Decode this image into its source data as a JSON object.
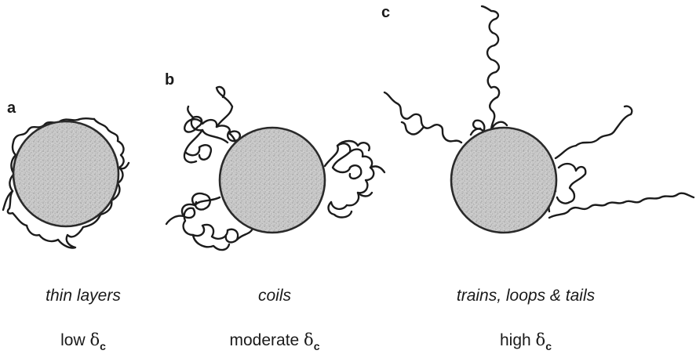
{
  "panels": [
    {
      "letter": "a",
      "conformation": "thin layers",
      "thickness_level": "low",
      "thickness_symbol": "δ",
      "thickness_subscript": "c"
    },
    {
      "letter": "b",
      "conformation": "coils",
      "thickness_level": "moderate",
      "thickness_symbol": "δ",
      "thickness_subscript": "c"
    },
    {
      "letter": "c",
      "conformation": "trains, loops & tails",
      "thickness_level": "high",
      "thickness_symbol": "δ",
      "thickness_subscript": "c"
    }
  ],
  "colors": {
    "particle_fill": "#c9c9c9",
    "particle_stroke": "#2a2a2a",
    "chain": "#1b1b1b",
    "text": "#1a1a1a"
  }
}
